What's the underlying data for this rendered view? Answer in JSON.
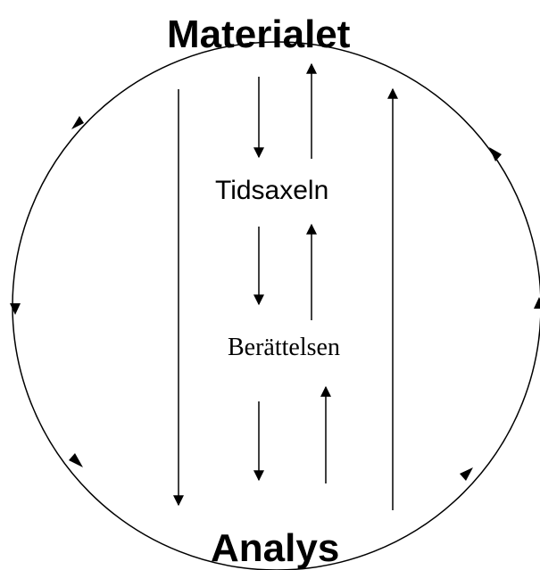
{
  "labels": {
    "top": "Materialet",
    "middle_upper": "Tidsaxeln",
    "middle_lower": "Berättelsen",
    "bottom": "Analys"
  },
  "colors": {
    "stroke": "#000000",
    "background": "#ffffff"
  }
}
